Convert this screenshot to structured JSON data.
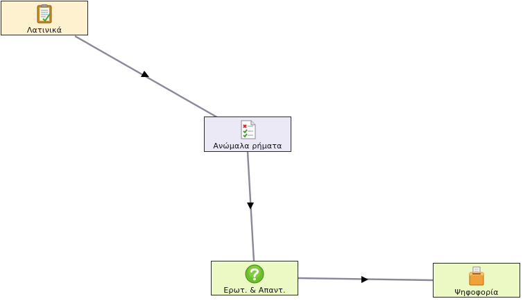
{
  "colors": {
    "edge": "#8a8898",
    "arrow": "#000000",
    "node_border": "#2b2b2b"
  },
  "nodes": [
    {
      "id": "latinika",
      "label": "Λατινικά",
      "icon": "notepad-icon",
      "fill": "#fdf1d0"
    },
    {
      "id": "anomala",
      "label": "Ανώμαλα ρήματα",
      "icon": "checklist-icon",
      "fill": "#ebe9f6"
    },
    {
      "id": "erot",
      "label": "Ερωτ. & Απαντ.",
      "icon": "question-mark-icon",
      "fill": "#edf9c4"
    },
    {
      "id": "psifoforia",
      "label": "Ψηφοφορία",
      "icon": "ballot-box-icon",
      "fill": "#edf9c4"
    }
  ],
  "edges": [
    {
      "from": "latinika",
      "to": "anomala"
    },
    {
      "from": "anomala",
      "to": "erot"
    },
    {
      "from": "erot",
      "to": "psifoforia"
    }
  ]
}
